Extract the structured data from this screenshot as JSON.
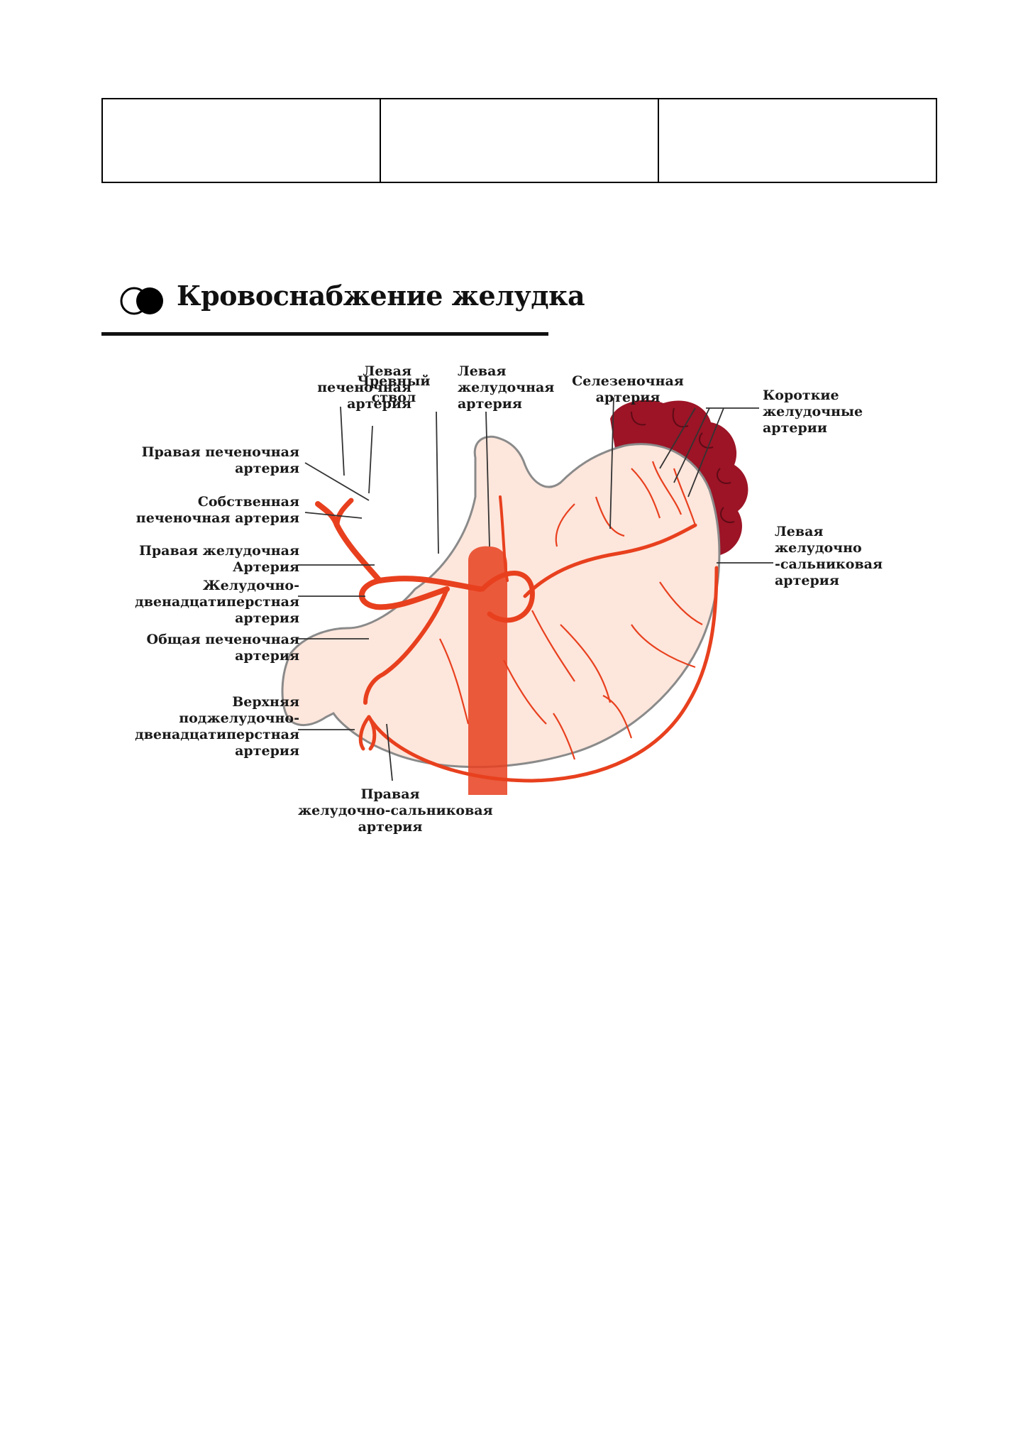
{
  "section": {
    "title": "Кровоснабжение желудка"
  },
  "labels": {
    "left_hepatic": [
      "Левая",
      "печеночная",
      "артерия"
    ],
    "celiac_trunk": [
      "Чревный",
      "ствол"
    ],
    "left_gastric": [
      "Левая",
      "желудочная",
      "артерия"
    ],
    "splenic": [
      "Селезеночная",
      "артерия"
    ],
    "short_gastric": [
      "Короткие",
      "желудочные",
      "артерии"
    ],
    "right_hepatic": [
      "Правая печеночная",
      "артерия"
    ],
    "proper_hepatic": [
      "Собственная",
      "печеночная артерия"
    ],
    "right_gastric": [
      "Правая желудочная",
      "Артерия"
    ],
    "gastroduodenal": [
      "Желудочно-",
      "двенадцатиперстная",
      "артерия"
    ],
    "common_hepatic": [
      "Общая печеночная",
      "артерия"
    ],
    "sup_pancreaticoduodenal": [
      "Верхняя",
      "поджелудочно-",
      "двенадцатиперстная",
      "артерия"
    ],
    "left_gastroepiploic": [
      "Левая",
      "желудочно",
      "-сальниковая",
      "артерия"
    ],
    "right_gastroepiploic": [
      "Правая",
      "желудочно-сальниковая",
      "артерия"
    ]
  },
  "colors": {
    "artery": "#e8401e",
    "spleen": "#9c1426",
    "stomach": "#fde6dc",
    "outline": "#8a8a8a"
  }
}
